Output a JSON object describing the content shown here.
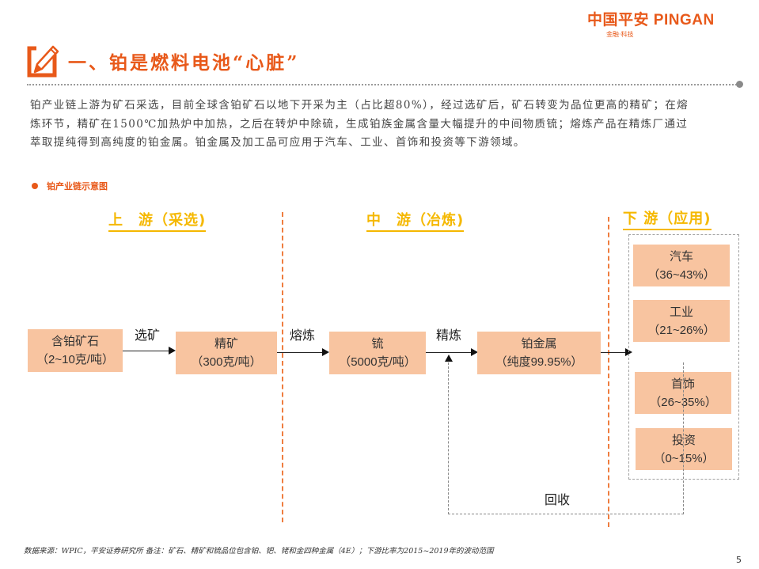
{
  "logo": {
    "main": "中国平安 PINGAN",
    "sub": "金融·科技",
    "color": "#e8591a"
  },
  "title": {
    "icon": "pencil-checkbox-icon",
    "text": "一、铂是燃料电池“心脏”"
  },
  "body": {
    "lines": [
      "铂产业链上游为矿石采选，目前全球含铂矿石以地下开采为主（占比超80%），经过选矿后，矿石转变为品位更高的精矿；在熔",
      "炼环节，精矿在1500℃加热炉中加热，之后在转炉中除硫，生成铂族金属含量大幅提升的中间物质锍；熔炼产品在精炼厂通过",
      "萃取提纯得到高纯度的铂金属。铂金属及加工品可应用于汽车、工业、首饰和投资等下游领域。"
    ]
  },
  "section": {
    "bullet_icon": "bullet-dot-icon",
    "label": "铂产业链示意图"
  },
  "diagram": {
    "stages": {
      "upstream": "上　游（采选)",
      "midstream": "中　游（冶炼)",
      "downstream": "下 游（应用)"
    },
    "nodes": [
      {
        "name": "含铂矿石",
        "value": "（2~10克/吨）"
      },
      {
        "name": "精矿",
        "value": "（300克/吨）"
      },
      {
        "name": "锍",
        "value": "（5000克/吨）"
      },
      {
        "name": "铂金属",
        "value": "（纯度99.95%）"
      }
    ],
    "processes": [
      "选矿",
      "熔炼",
      "精炼"
    ],
    "applications": [
      {
        "name": "汽车",
        "value": "（36~43%）"
      },
      {
        "name": "工业",
        "value": "（21~26%）"
      },
      {
        "name": "首饰",
        "value": "（26~35%）"
      },
      {
        "name": "投资",
        "value": "（0~15%）"
      }
    ],
    "recycle_label": "回收",
    "colors": {
      "box_fill": "#f8c4a0",
      "stage_header": "#f5b800",
      "divider": "#ef7d3f"
    }
  },
  "footer": {
    "source": "数据来源：WPIC，平安证券研究所 备注：矿石、精矿和锍品位包含铂、钯、铑和金四种金属（4E）；下游比率为2015~2019年的波动范围",
    "page": "5"
  }
}
